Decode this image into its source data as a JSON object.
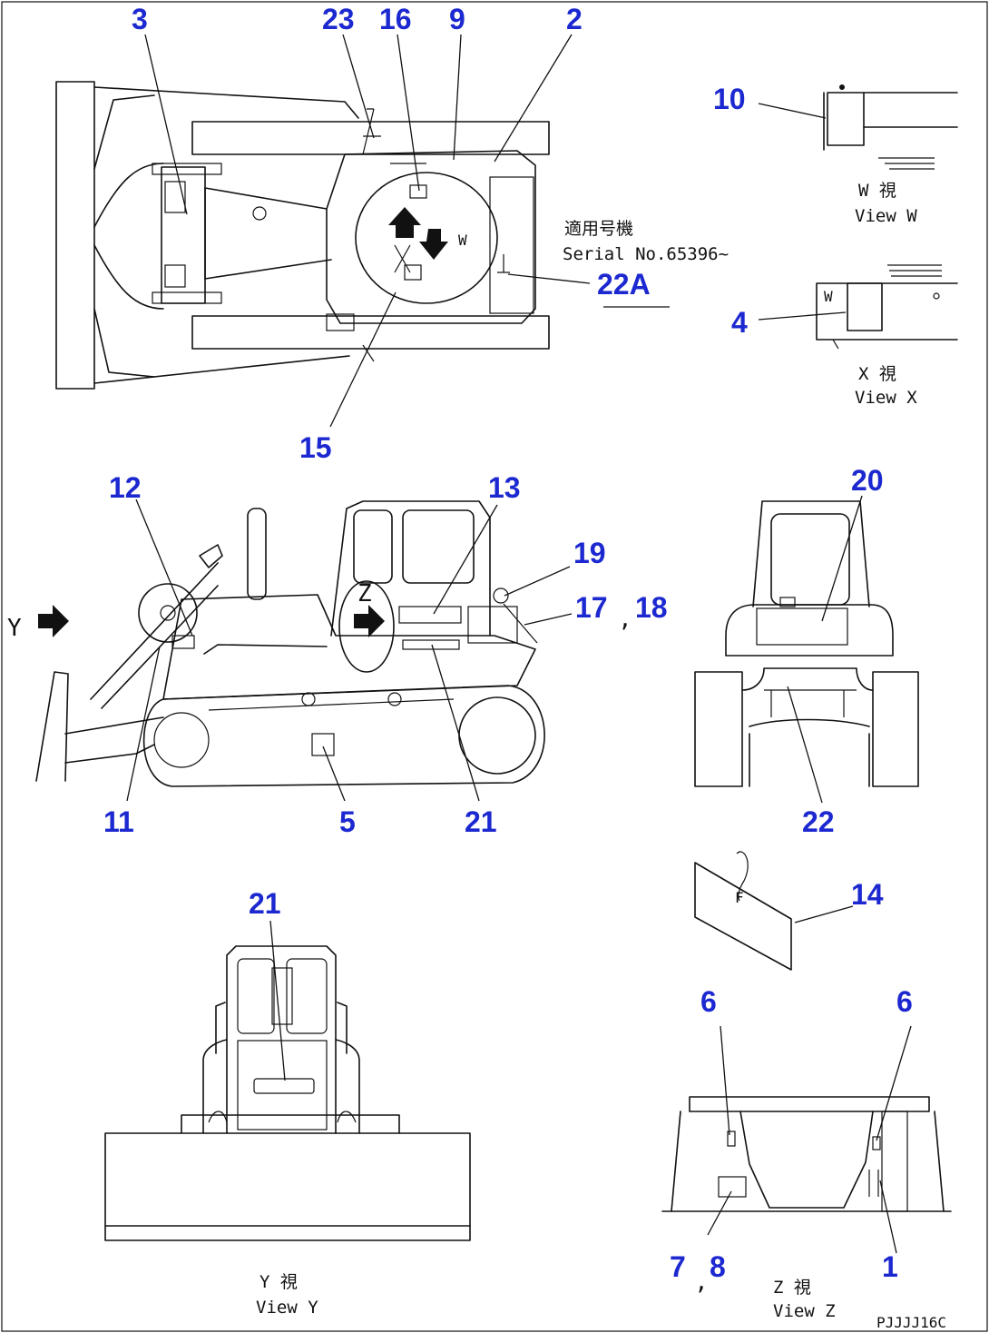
{
  "callouts": {
    "c3": "3",
    "c23": "23",
    "c16": "16",
    "c9": "9",
    "c2": "2",
    "c22a": "22A",
    "c15": "15",
    "c10": "10",
    "c4": "4",
    "c12": "12",
    "c13": "13",
    "c19": "19",
    "c17": "17",
    "c18": "18",
    "c11": "11",
    "c5": "5",
    "c21a": "21",
    "c20": "20",
    "c22": "22",
    "c14": "14",
    "c21b": "21",
    "c6a": "6",
    "c6b": "6",
    "c7": "7",
    "c8": "8",
    "c1": "1"
  },
  "labels": {
    "serial_jp": "適用号機",
    "serial_en": "Serial No.65396~",
    "view_w_jp": "W  視",
    "view_w_en": "View W",
    "view_x_jp": "X  視",
    "view_x_en": "View X",
    "view_y_jp": "Y  視",
    "view_y_en": "View Y",
    "view_z_jp": "Z  視",
    "view_z_en": "View Z",
    "letter_y": "Y",
    "letter_z": "Z",
    "sep1": ",",
    "sep2": ",",
    "drawing_code": "PJJJJ16C"
  }
}
